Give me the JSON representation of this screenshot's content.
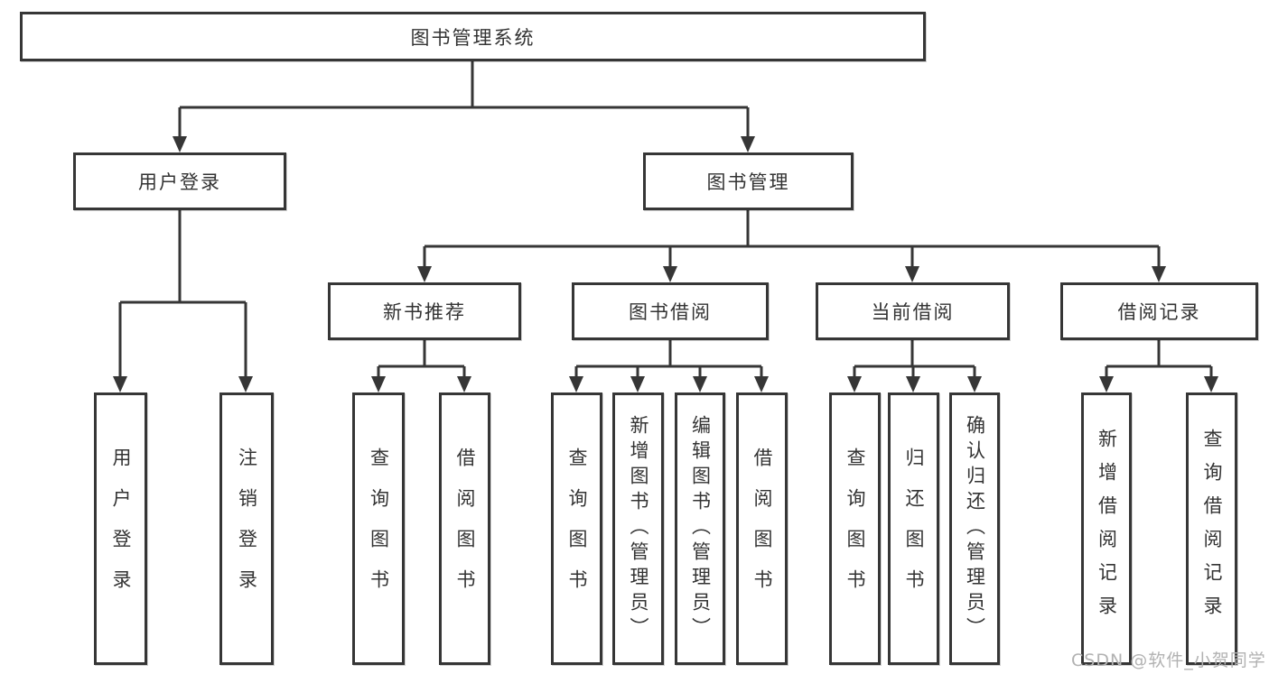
{
  "tree": {
    "root": {
      "label": "图书管理系统"
    },
    "branches": [
      {
        "label": "用户登录",
        "children": [
          {
            "label": "用户登录"
          },
          {
            "label": "注销登录"
          }
        ]
      },
      {
        "label": "图书管理",
        "children": [
          {
            "label": "新书推荐",
            "children": [
              {
                "label": "查询图书"
              },
              {
                "label": "借阅图书"
              }
            ]
          },
          {
            "label": "图书借阅",
            "children": [
              {
                "label": "查询图书"
              },
              {
                "label": "新增图书（管理员）"
              },
              {
                "label": "编辑图书（管理员）"
              },
              {
                "label": "借阅图书"
              }
            ]
          },
          {
            "label": "当前借阅",
            "children": [
              {
                "label": "查询图书"
              },
              {
                "label": "归还图书"
              },
              {
                "label": "确认归还（管理员）"
              }
            ]
          },
          {
            "label": "借阅记录",
            "children": [
              {
                "label": "新增借阅记录"
              },
              {
                "label": "查询借阅记录"
              }
            ]
          }
        ]
      }
    ]
  },
  "watermark": {
    "text": "CSDN @软件_小贺同学"
  },
  "colors": {
    "line": "#363636",
    "box_border": "#363636",
    "text": "#333333",
    "watermark": "#b2b2b2",
    "background": "#ffffff"
  }
}
